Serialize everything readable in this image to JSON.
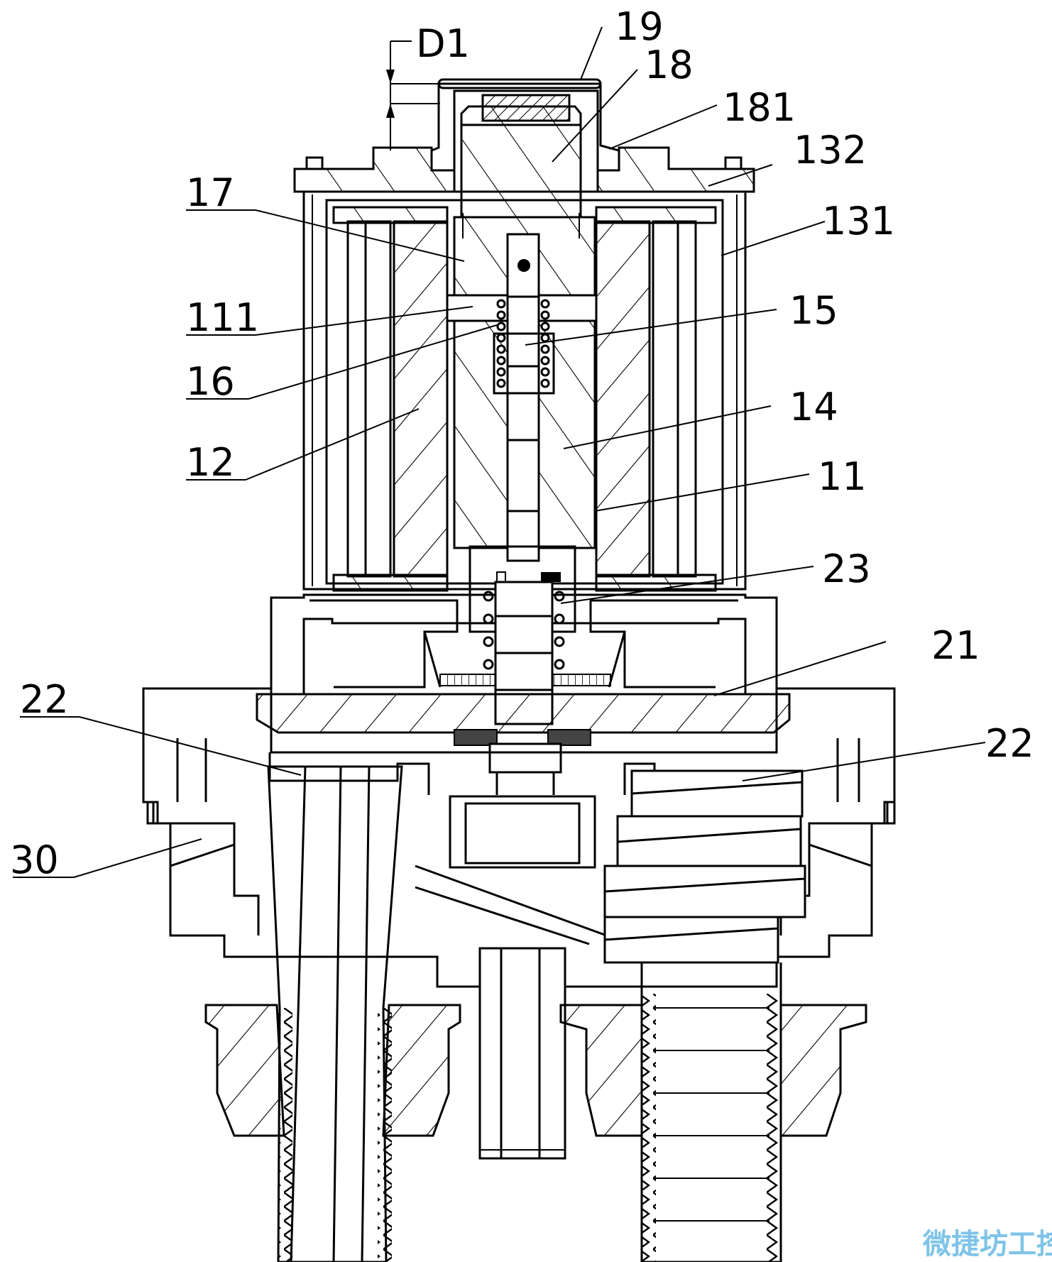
{
  "labels": {
    "d1": "D1",
    "l19": "19",
    "l18": "18",
    "l181": "181",
    "l132": "132",
    "l131": "131",
    "l17": "17",
    "l111": "111",
    "l15": "15",
    "l16": "16",
    "l14": "14",
    "l12": "12",
    "l11": "11",
    "l23": "23",
    "l21": "21",
    "l22_left": "22",
    "l22_right": "22",
    "l30": "30"
  },
  "watermark": "微捷坊工控网"
}
